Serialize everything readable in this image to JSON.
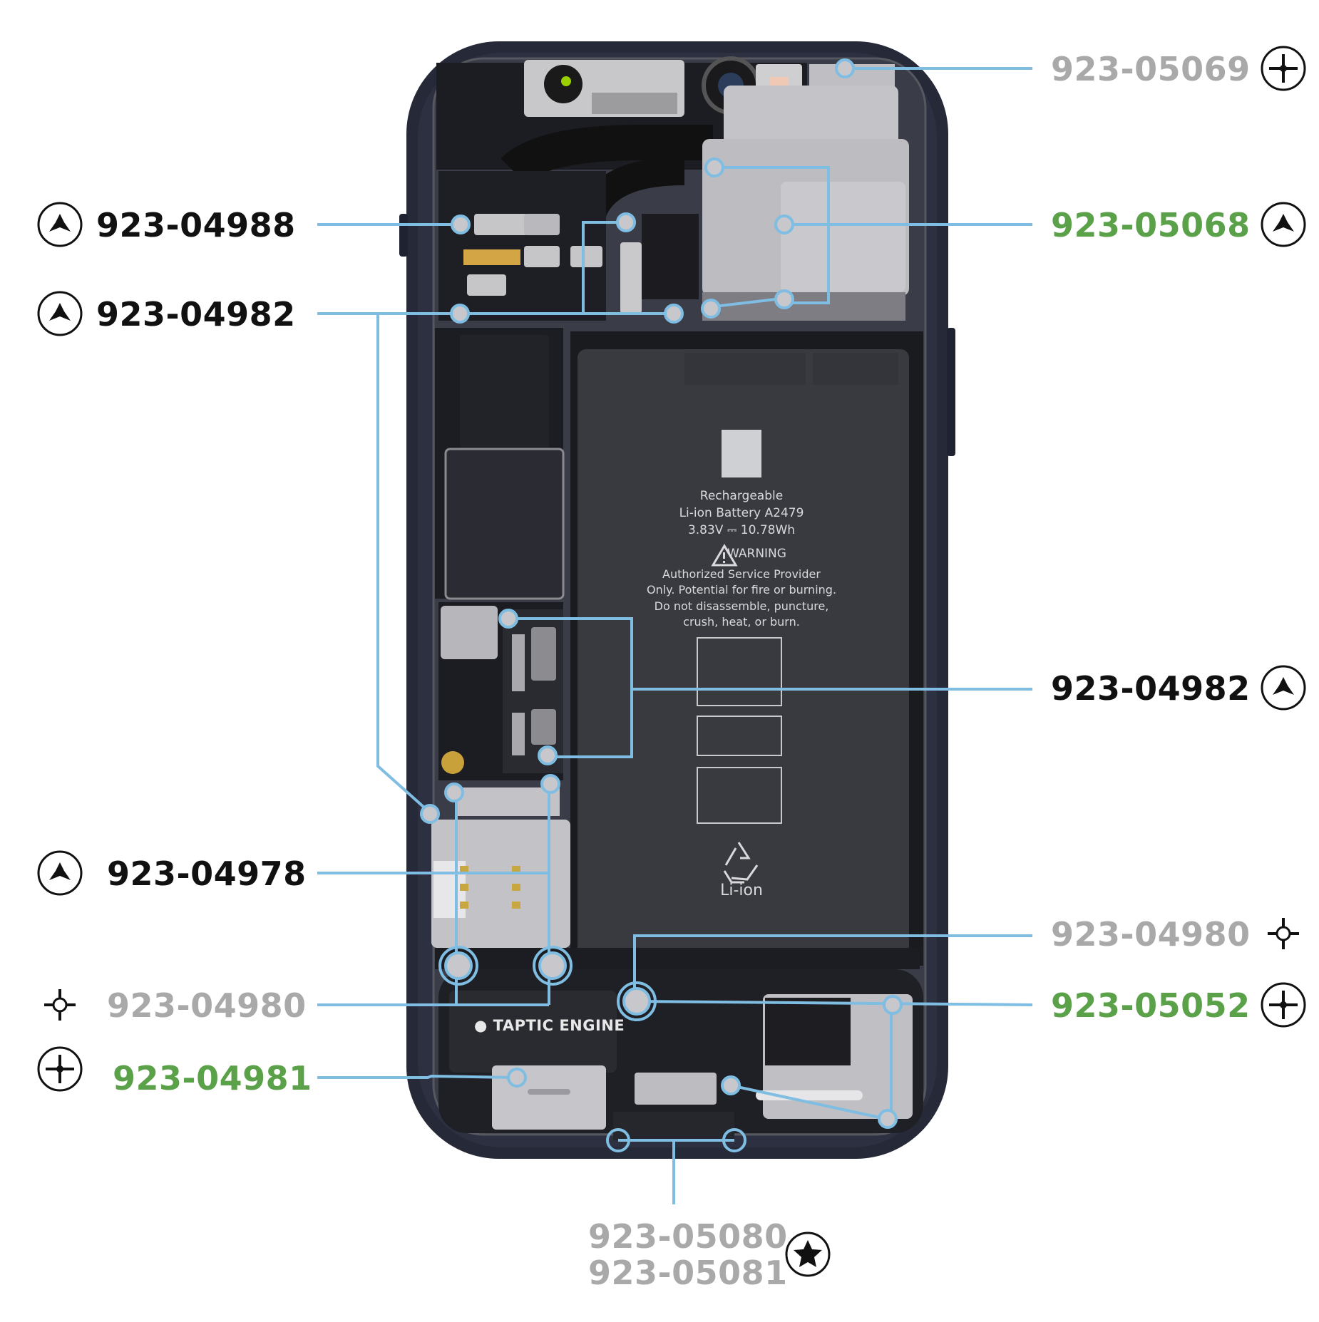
{
  "battery": {
    "line1": "Rechargeable",
    "line2": "Li-ion Battery A2479",
    "line3": "3.83V ⎓ 10.78Wh",
    "warning": "WARNING",
    "body1": "Authorized Service Provider",
    "body2": "Only. Potential for fire or burning.",
    "body3": "Do not disassemble, puncture,",
    "body4": "crush, heat, or burn.",
    "recycle": "Li-ion"
  },
  "taptic_label": "TAPTIC ENGINE",
  "colors": {
    "leader": "#7fbde2",
    "black_label": "#111111",
    "green_label": "#5aa14a",
    "gray_label": "#a9a9a9"
  },
  "labels": [
    {
      "id": "l1",
      "text": "923-05069",
      "color": "gray",
      "icon": "phillips-screw-icon"
    },
    {
      "id": "l2",
      "text": "923-04988",
      "color": "black",
      "icon": "tri-point-screw-icon"
    },
    {
      "id": "l3",
      "text": "923-05068",
      "color": "green",
      "icon": "tri-point-screw-icon"
    },
    {
      "id": "l4",
      "text": "923-04982",
      "color": "black",
      "icon": "tri-point-screw-icon"
    },
    {
      "id": "l5",
      "text": "923-04982",
      "color": "black",
      "icon": "tri-point-screw-icon"
    },
    {
      "id": "l6",
      "text": "923-04978",
      "color": "black",
      "icon": "tri-point-screw-icon"
    },
    {
      "id": "l7",
      "text": "923-04980",
      "color": "gray",
      "icon": "standoff-screw-icon"
    },
    {
      "id": "l8",
      "text": "923-04980",
      "color": "gray",
      "icon": "standoff-screw-icon"
    },
    {
      "id": "l9",
      "text": "923-05052",
      "color": "green",
      "icon": "phillips-screw-icon"
    },
    {
      "id": "l10",
      "text": "923-04981",
      "color": "green",
      "icon": "phillips-screw-icon"
    },
    {
      "id": "l11",
      "text": "923-05080",
      "color": "gray",
      "icon": "pentalobe-screw-icon"
    },
    {
      "id": "l12",
      "text": "923-05081",
      "color": "gray",
      "icon": "pentalobe-screw-icon"
    }
  ]
}
